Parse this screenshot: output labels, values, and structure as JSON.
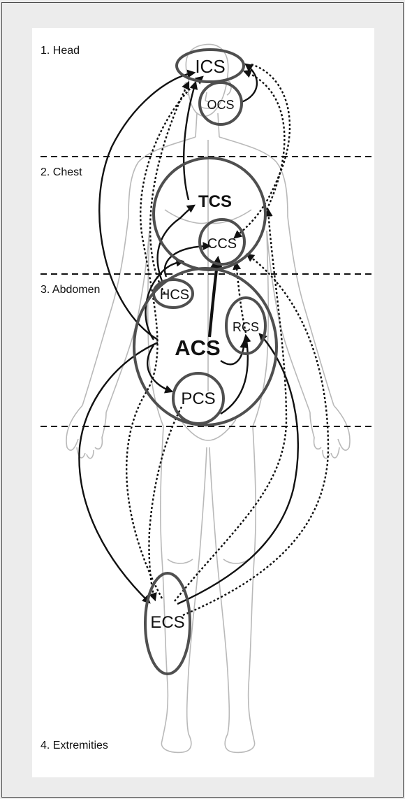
{
  "regions": [
    {
      "label": "1. Head"
    },
    {
      "label": "2. Chest"
    },
    {
      "label": "3. Abdomen"
    },
    {
      "label": "4. Extremities"
    }
  ],
  "nodes": {
    "ics": "ICS",
    "ocs": "OCS",
    "tcs": "TCS",
    "ccs": "CCS",
    "hcs": "HCS",
    "acs": "ACS",
    "rcs": "RCS",
    "pcs": "PCS",
    "ecs": "ECS"
  },
  "colors": {
    "circle_stroke": "#4f4f4f",
    "arrow": "#111111",
    "body_outline": "#b9b9b9",
    "divider": "#111111"
  }
}
